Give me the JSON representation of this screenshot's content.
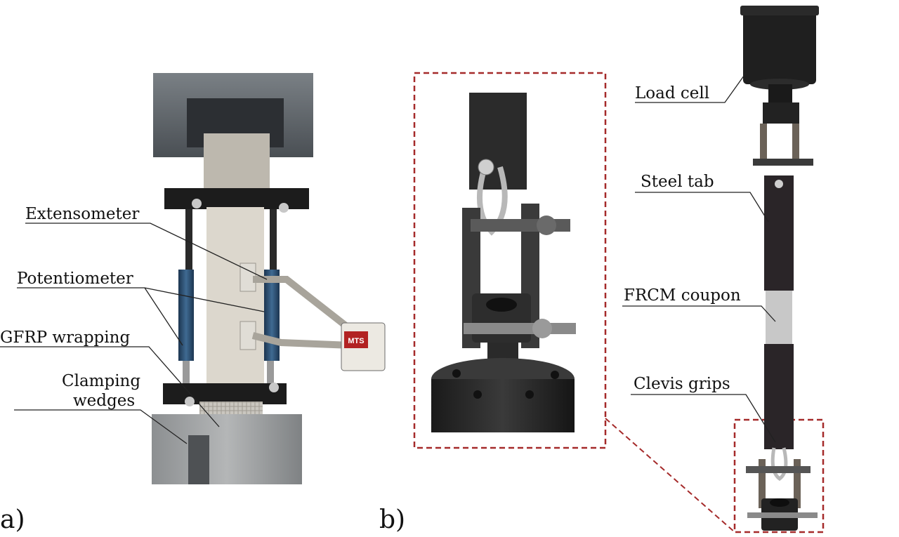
{
  "panel_a": {
    "label": "a)",
    "callouts": {
      "extensometer": "Extensometer",
      "potentiometer": "Potentiometer",
      "gfrp_wrapping": "GFRP wrapping",
      "clamping_line1": "Clamping",
      "clamping_line2": "wedges"
    },
    "meter_brand": "MTS"
  },
  "panel_b": {
    "label": "b)",
    "callouts": {
      "load_cell": "Load cell",
      "steel_tab": "Steel tab",
      "frcm_coupon": "FRCM coupon",
      "clevis_grips": "Clevis grips"
    }
  },
  "colors": {
    "zoom_box": "#a52a2a",
    "frcm": "#c8c8c8",
    "steel": "#2a2528"
  }
}
